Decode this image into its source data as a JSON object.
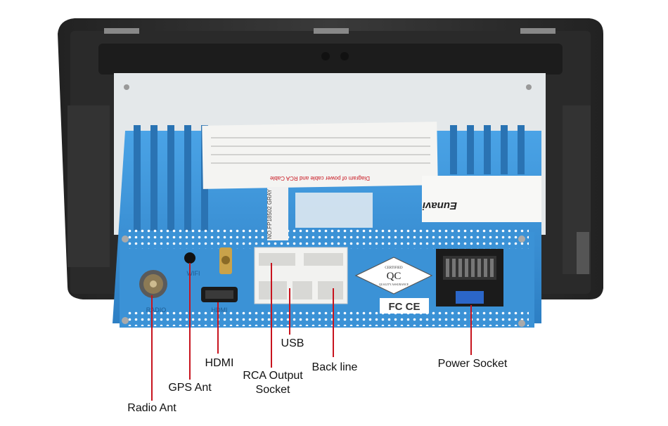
{
  "labels": {
    "radio_ant": "Radio Ant",
    "gps_ant": "GPS Ant",
    "hdmi": "HDMI",
    "rca_output": "RCA Output\nSocket",
    "usb": "USB",
    "back_line": "Back line",
    "power_socket": "Power Socket"
  },
  "device": {
    "port_wifi": "WIFI",
    "port_hdmi": "HDMI",
    "port_radio": "RADIO",
    "qc_top": "CERTIFIED",
    "qc_center": "QC",
    "qc_bottom": "QUALITY ASSURANCE",
    "brand": "Eunavi",
    "sticker_text": "NO.FP18502 GRAY",
    "diagram_title": "Diagram of power cable and RCA Cable",
    "marks": "FC  CE"
  },
  "colors": {
    "callout_line": "#c8141e",
    "housing_blue": "#3a8fd4",
    "frame": "#2e2e2e"
  }
}
